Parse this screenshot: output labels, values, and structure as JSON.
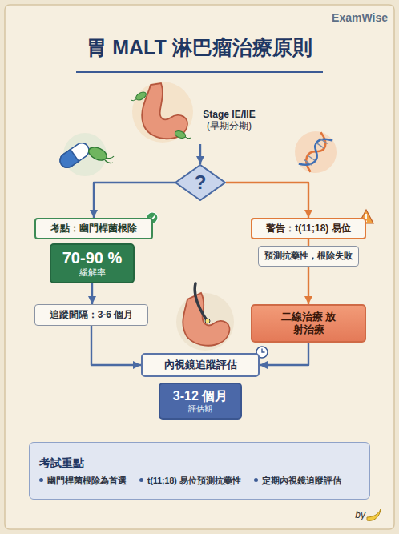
{
  "diagram": {
    "title": "胃 MALT 淋巴瘤治療原則",
    "nodes": [
      {
        "text": [
          "Stage IE/IIE",
          "(早期分期)"
        ]
      },
      {
        "text": [
          "?"
        ]
      },
      {
        "text": [
          "考點：幽門桿菌根除"
        ]
      },
      {
        "text": [
          "70-90 %",
          "緩解率"
        ]
      },
      {
        "text": [
          "追蹤間隔：3-6 個月"
        ]
      },
      {
        "text": [
          "警告：t(11;18) 易位"
        ]
      },
      {
        "text": [
          "預測抗藥性，根除失敗"
        ]
      },
      {
        "text": [
          "二線治療 放射治療"
        ]
      },
      {
        "text": [
          "內視鏡追蹤評估"
        ]
      },
      {
        "text": [
          "3-12 個月",
          "評估期"
        ]
      },
      {
        "text": [
          "考試重點",
          "幽門桿菌根除為首選",
          "t(11;18) 易位預測抗藥性",
          "定期內視鏡追蹤評估"
        ]
      }
    ],
    "edges": [
      {
        "from": 0,
        "to": 1,
        "arrow": "to"
      },
      {
        "from": 1,
        "to": 2,
        "arrow": "to"
      },
      {
        "from": 1,
        "to": 5,
        "arrow": "to"
      },
      {
        "from": 3,
        "to": 4,
        "arrow": "to"
      },
      {
        "from": 4,
        "to": 8,
        "arrow": "to"
      },
      {
        "from": 5,
        "to": 6,
        "arrow": "none"
      },
      {
        "from": 6,
        "to": 7,
        "arrow": "to"
      },
      {
        "from": 7,
        "to": 8,
        "arrow": "to"
      }
    ],
    "labels": [
      "ExamWise",
      "by"
    ]
  }
}
